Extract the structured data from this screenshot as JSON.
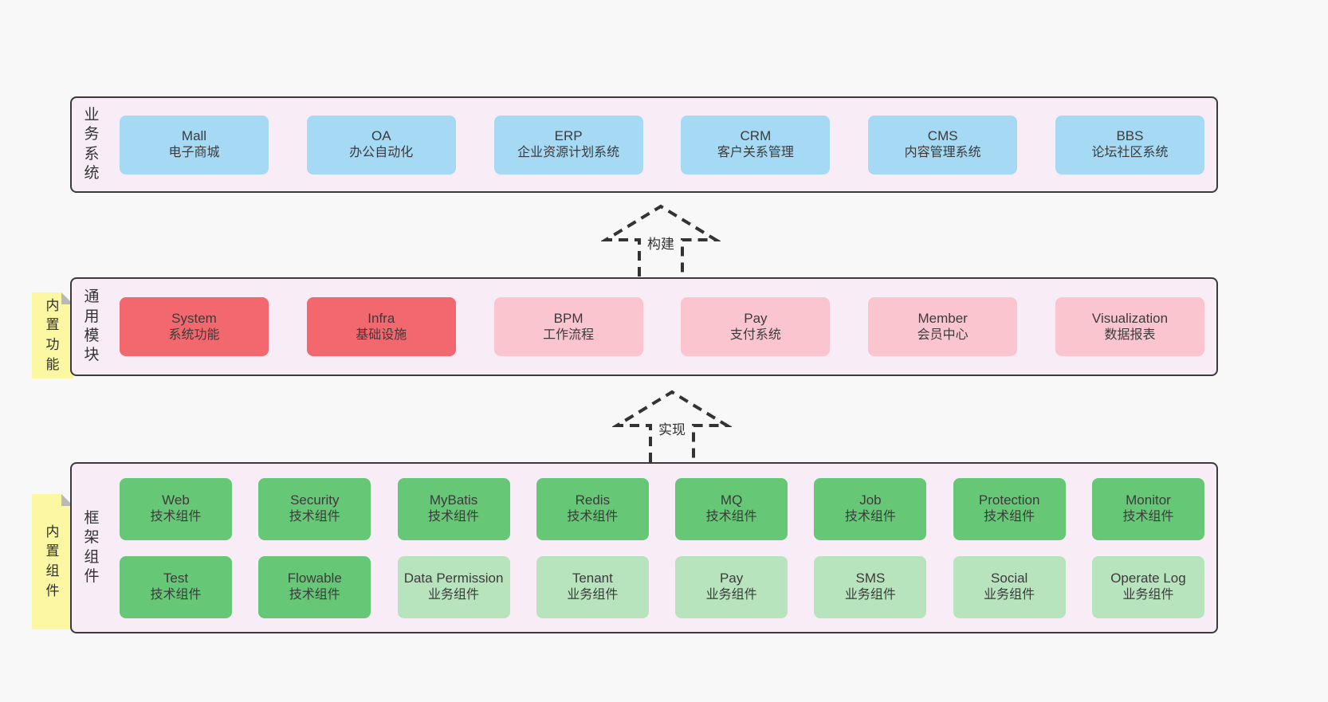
{
  "colors": {
    "page_bg": "#f8f8f8",
    "band_bg": "#f8edf6",
    "band_border": "#3a3a3a",
    "blue": "#a6d9f3",
    "red": "#f2686e",
    "pink": "#fbc5d0",
    "green_dark": "#66c776",
    "green_light": "#b7e3bd",
    "tab_yellow": "#fbf7a3",
    "text": "#3b3b3b"
  },
  "bands": [
    {
      "label": "业务系统",
      "boxes": [
        {
          "name": "Mall",
          "desc": "电子商城"
        },
        {
          "name": "OA",
          "desc": "办公自动化"
        },
        {
          "name": "ERP",
          "desc": "企业资源计划系统"
        },
        {
          "name": "CRM",
          "desc": "客户关系管理"
        },
        {
          "name": "CMS",
          "desc": "内容管理系统"
        },
        {
          "name": "BBS",
          "desc": "论坛社区系统"
        }
      ]
    },
    {
      "label": "通用模块",
      "side_tab": "内置功能",
      "boxes": [
        {
          "name": "System",
          "desc": "系统功能"
        },
        {
          "name": "Infra",
          "desc": "基础设施"
        },
        {
          "name": "BPM",
          "desc": "工作流程"
        },
        {
          "name": "Pay",
          "desc": "支付系统"
        },
        {
          "name": "Member",
          "desc": "会员中心"
        },
        {
          "name": "Visualization",
          "desc": "数据报表"
        }
      ]
    },
    {
      "label": "框架组件",
      "side_tab": "内置组件",
      "rows": [
        [
          {
            "name": "Web",
            "desc": "技术组件"
          },
          {
            "name": "Security",
            "desc": "技术组件"
          },
          {
            "name": "MyBatis",
            "desc": "技术组件"
          },
          {
            "name": "Redis",
            "desc": "技术组件"
          },
          {
            "name": "MQ",
            "desc": "技术组件"
          },
          {
            "name": "Job",
            "desc": "技术组件"
          },
          {
            "name": "Protection",
            "desc": "技术组件"
          },
          {
            "name": "Monitor",
            "desc": "技术组件"
          }
        ],
        [
          {
            "name": "Test",
            "desc": "技术组件"
          },
          {
            "name": "Flowable",
            "desc": "技术组件"
          },
          {
            "name": "Data Permission",
            "desc": "业务组件"
          },
          {
            "name": "Tenant",
            "desc": "业务组件"
          },
          {
            "name": "Pay",
            "desc": "业务组件"
          },
          {
            "name": "SMS",
            "desc": "业务组件"
          },
          {
            "name": "Social",
            "desc": "业务组件"
          },
          {
            "name": "Operate Log",
            "desc": "业务组件"
          }
        ]
      ]
    }
  ],
  "arrows": [
    {
      "label": "构建"
    },
    {
      "label": "实现"
    }
  ]
}
